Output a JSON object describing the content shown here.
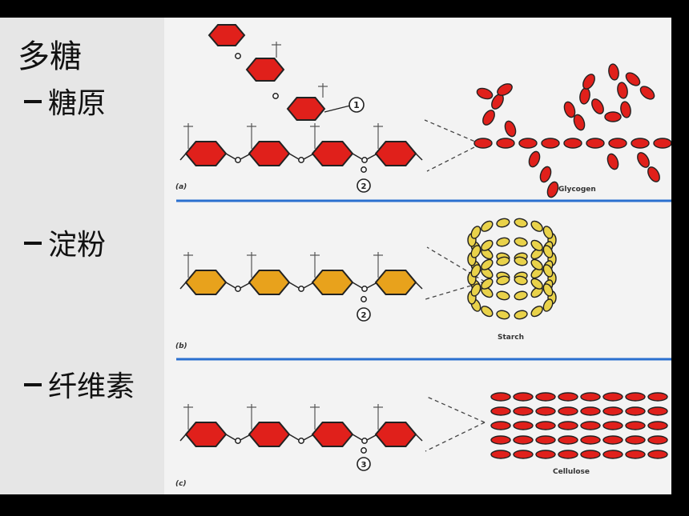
{
  "slide": {
    "title": "多糖",
    "bullets": [
      {
        "label": "糖原"
      },
      {
        "label": "淀粉"
      },
      {
        "label": "纤维素"
      }
    ]
  },
  "diagram": {
    "panels": [
      {
        "tag": "(a)",
        "caption": "Glycogen",
        "bond": "2",
        "bond_top": "1"
      },
      {
        "tag": "(b)",
        "caption": "Starch",
        "bond": "2"
      },
      {
        "tag": "(c)",
        "caption": "Cellulose",
        "bond": "3"
      }
    ]
  },
  "colors": {
    "glucose_red": "#e0201b",
    "glucose_amber": "#e8a21c",
    "starch_yellow": "#e9d24a",
    "divider": "#2a6fcf",
    "outline": "#222222"
  },
  "icons": [
    "hexagon-ring-icon",
    "circled-number-icon"
  ]
}
